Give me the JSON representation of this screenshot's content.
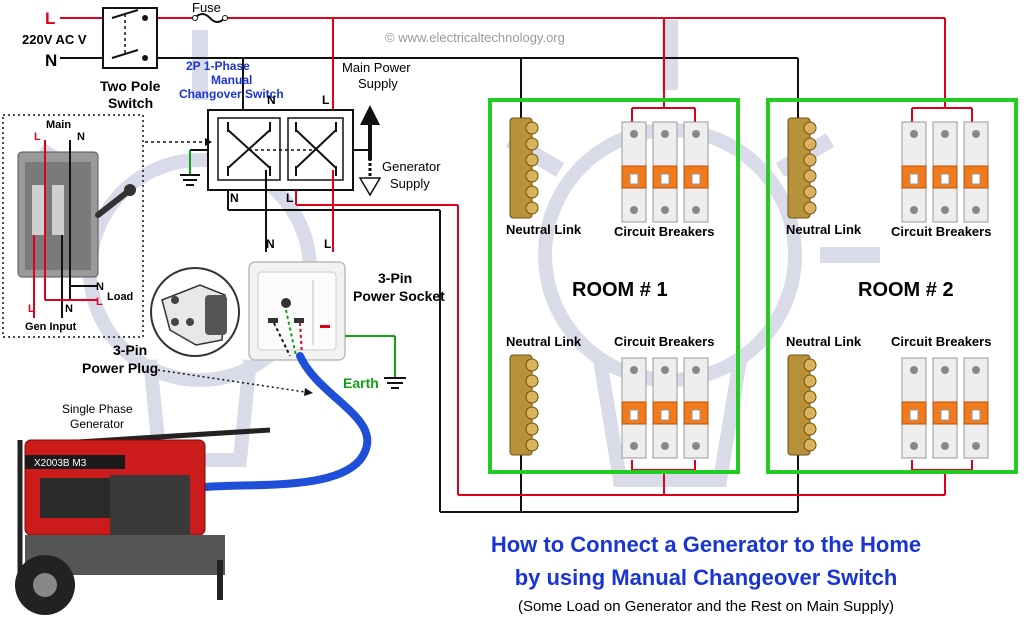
{
  "watermark": "© www.electricaltechnology.org",
  "supply": {
    "live": "L",
    "neutral": "N",
    "voltage": "220V AC V"
  },
  "labels": {
    "fuse": "Fuse",
    "two_pole_line1": "Two Pole",
    "two_pole_line2": "Switch",
    "changeover_line1": "2P 1-Phase",
    "changeover_line2": "Manual",
    "changeover_line3": "Changover Switch",
    "main_power_line1": "Main Power",
    "main_power_line2": "Supply",
    "gen_supply_line1": "Generator",
    "gen_supply_line2": "Supply",
    "inset_main": "Main",
    "inset_l": "L",
    "inset_n": "N",
    "inset_load": "Load",
    "inset_load_n": "N",
    "inset_load_l": "L",
    "inset_gen_input": "Gen Input",
    "inset_gen_n": "N",
    "inset_gen_l": "L",
    "sw_n1": "N",
    "sw_l1": "L",
    "sw_n2": "N",
    "sw_l2": "L",
    "out_n": "N",
    "out_l": "L",
    "socket_line1": "3-Pin",
    "socket_line2": "Power Socket",
    "plug_line1": "3-Pin",
    "plug_line2": "Power Plug",
    "earth": "Earth",
    "generator_line1": "Single Phase",
    "generator_line2": "Generator",
    "generator_model": "X2003B M3",
    "room1": "ROOM # 1",
    "room2": "ROOM # 2",
    "neutral_link": "Neutral Link",
    "circuit_breakers": "Circuit Breakers"
  },
  "title": {
    "line1": "How to Connect a Generator to the Home",
    "line2": "by using Manual Changeover Switch",
    "subtitle": "(Some Load on Generator and the Rest on Main Supply)"
  },
  "colors": {
    "live": "#e0001b",
    "neutral": "#111111",
    "room_border": "#22cc22",
    "title": "#1a35d6",
    "plug_cable": "#1f4fd8"
  }
}
